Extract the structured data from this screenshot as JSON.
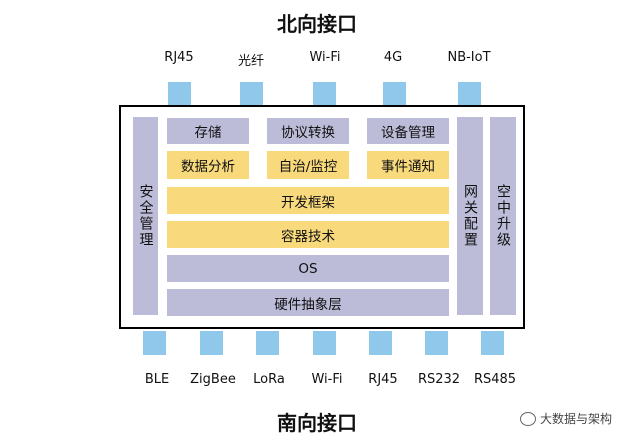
{
  "north_title": "北向接口",
  "south_title": "南向接口",
  "north_ports": [
    "RJ45",
    "光纤",
    "Wi-Fi",
    "4G",
    "NB-IoT"
  ],
  "south_ports": [
    "BLE",
    "ZigBee",
    "LoRa",
    "Wi-Fi",
    "RJ45",
    "RS232",
    "RS485"
  ],
  "left_column": "安全管理",
  "right_columns": [
    "网关配置",
    "空中升级"
  ],
  "top_row": [
    "存储",
    "协议转换",
    "设备管理"
  ],
  "app_row": [
    "数据分析",
    "自治/监控",
    "事件通知"
  ],
  "layers": [
    "开发框架",
    "容器技术",
    "OS",
    "硬件抽象层"
  ],
  "watermark": "大数据与架构",
  "colors": {
    "port": "#8fc8ea",
    "module": "#bcbcd9",
    "app": "#f8d97c"
  }
}
